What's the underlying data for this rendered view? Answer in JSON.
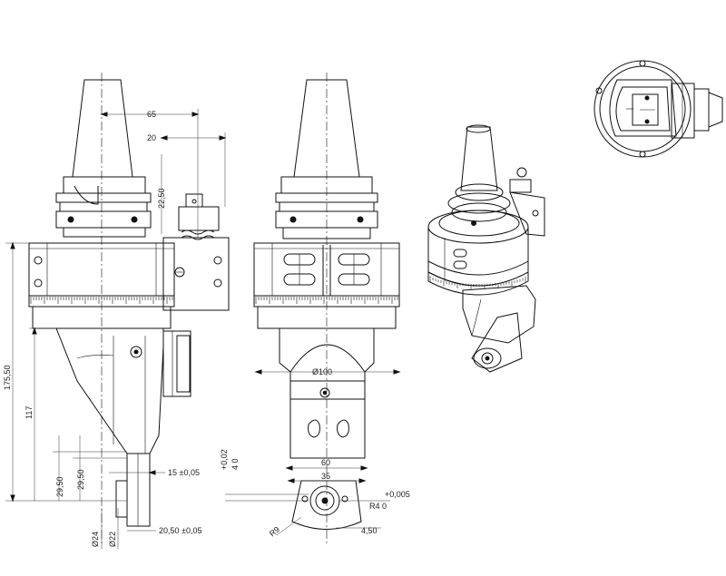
{
  "dimensions": {
    "d65": "65",
    "d20": "20",
    "d22_50": "22,50",
    "d175_50": "175,50",
    "d117": "117",
    "d29_50_a": "29,50",
    "d29_50_b": "29,50",
    "d24": "Ø24",
    "d22": "Ø22",
    "d15": "15 ±0,05",
    "d20_50": "20,50 ±0,05",
    "d100": "Ø100",
    "d60": "60",
    "d35": "35",
    "d0_02_top": "+0,02",
    "d0_02_bot": "4  0",
    "dR4_top": "+0,005",
    "dR4_bot": "R4   0",
    "dR9": "R9",
    "d4_50": "4,50"
  },
  "colors": {
    "line": "#111111",
    "dim": "#333333",
    "background": "#ffffff"
  }
}
